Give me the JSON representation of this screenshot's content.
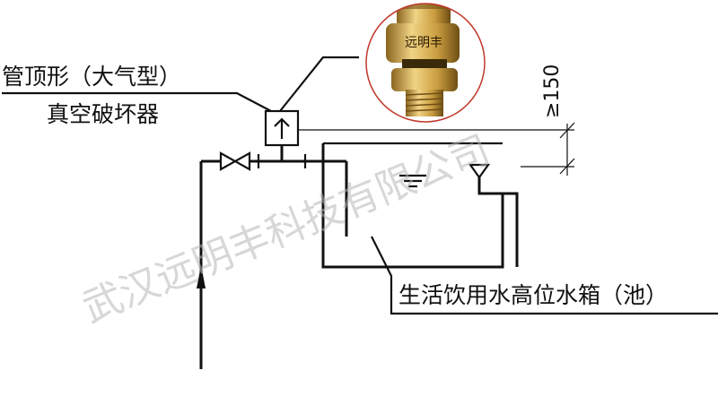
{
  "labels": {
    "breaker_line1": "管顶形（大气型）",
    "breaker_line2": "真空破坏器",
    "tank": "生活饮用水高位水箱（池）",
    "clearance": "≥150"
  },
  "photo": {
    "brand_text": "远明丰"
  },
  "watermark": "武汉远明丰科技有限公司",
  "colors": {
    "line": "#111111",
    "brass": "#c49a3c",
    "photo_ring": "#c0392b",
    "watermark": "#b8b8b8"
  }
}
